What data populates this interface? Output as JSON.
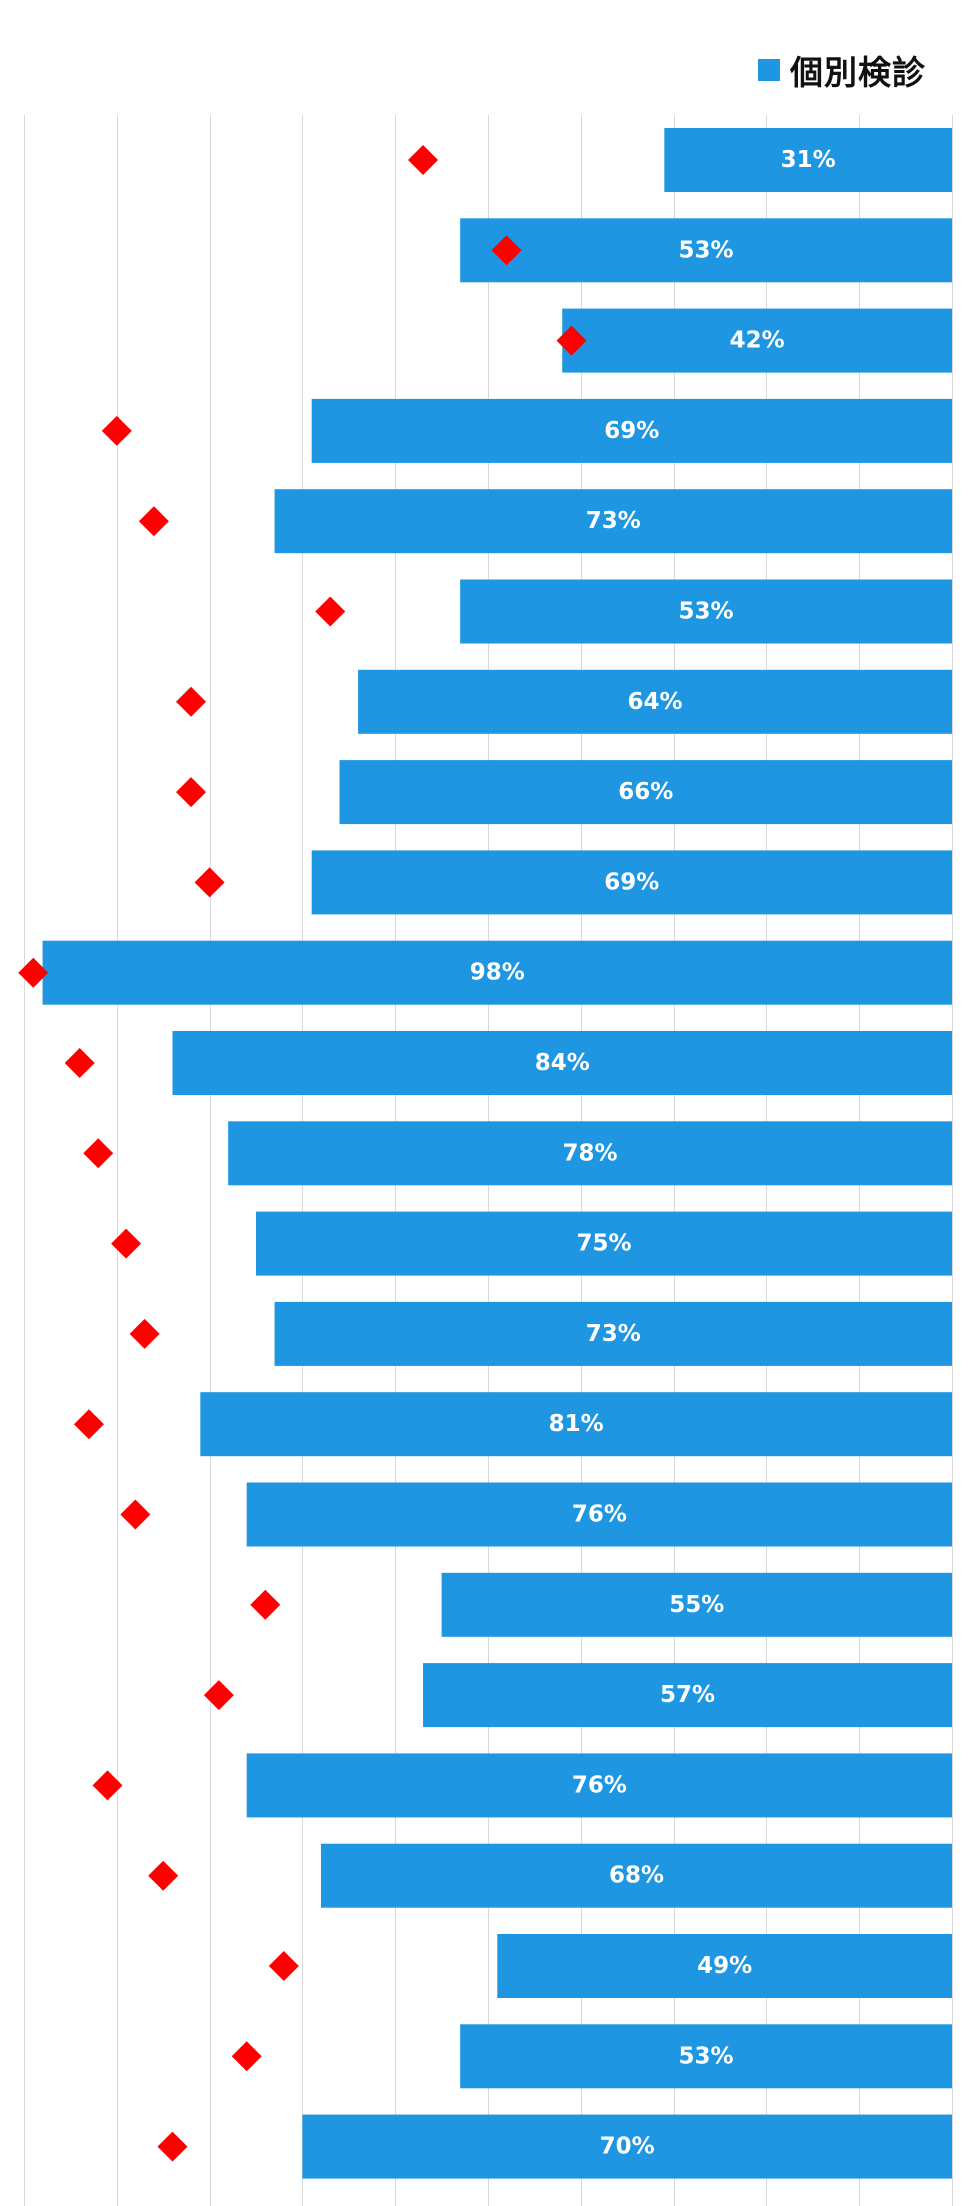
{
  "chart_data": {
    "type": "bar",
    "orientation": "horizontal",
    "direction": "right-to-left",
    "xlim": [
      0,
      100
    ],
    "grid": true,
    "legend_position": "top-right",
    "series": [
      {
        "name": "個別検診",
        "kind": "bar",
        "color": "#1e96e2",
        "values": [
          31,
          53,
          42,
          69,
          73,
          53,
          64,
          66,
          69,
          98,
          84,
          78,
          75,
          73,
          81,
          76,
          55,
          57,
          76,
          68,
          49,
          53,
          70
        ]
      },
      {
        "kind": "marker",
        "marker": "diamond",
        "color": "#ff0000",
        "values": [
          57,
          48,
          41,
          90,
          86,
          67,
          82,
          82,
          80,
          99,
          94,
          92,
          89,
          87,
          93,
          88,
          74,
          79,
          91,
          85,
          72,
          76,
          84
        ]
      }
    ],
    "labels": [
      "31%",
      "53%",
      "42%",
      "69%",
      "73%",
      "53%",
      "64%",
      "66%",
      "69%",
      "98%",
      "84%",
      "78%",
      "75%",
      "73%",
      "81%",
      "76%",
      "55%",
      "57%",
      "76%",
      "68%",
      "49%",
      "53%",
      "70%"
    ]
  },
  "legend": {
    "label": "個別検診",
    "color": "#1e96e2"
  },
  "colors": {
    "bar": "#1e96e2",
    "marker": "#ff0000",
    "grid": "#d9d9d9",
    "label": "#ffffff"
  }
}
